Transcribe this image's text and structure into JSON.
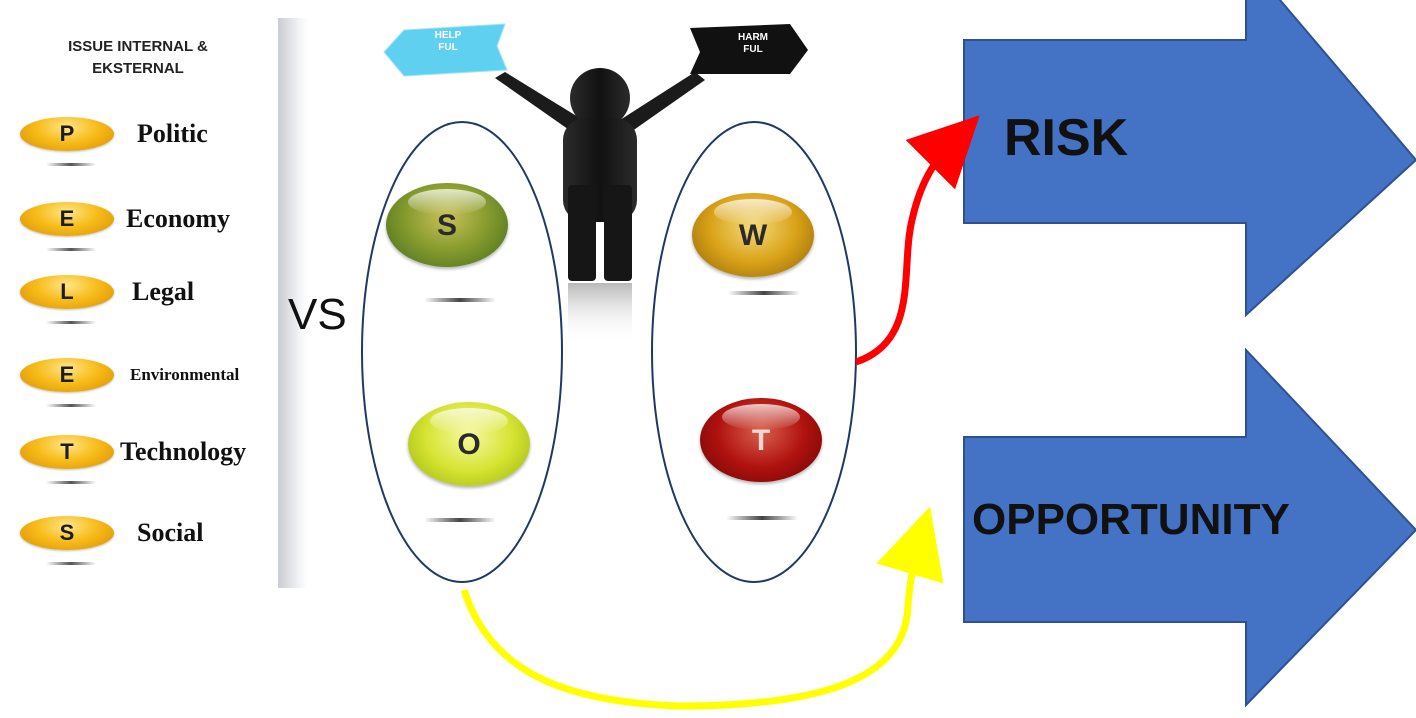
{
  "pestle": {
    "title": "ISSUE INTERNAL &\nEKSTERNAL",
    "items": [
      {
        "letter": "P",
        "label": "Politic"
      },
      {
        "letter": "E",
        "label": "Economy"
      },
      {
        "letter": "L",
        "label": "Legal"
      },
      {
        "letter": "E",
        "label": "Environmental"
      },
      {
        "letter": "T",
        "label": "Technology"
      },
      {
        "letter": "S",
        "label": "Social"
      }
    ]
  },
  "vs_label": "VS",
  "signs": {
    "helpful": "HELP\nFUL",
    "harmful": "HARM\nFUL"
  },
  "swot": {
    "strength": "S",
    "weakness": "W",
    "opportunity": "O",
    "threat": "T"
  },
  "outcomes": {
    "risk": "RISK",
    "opportunity": "OPPORTUNITY"
  },
  "colors": {
    "arrow_fill": "#4472c4",
    "arrow_stroke": "#2f528f",
    "risk_curve": "#ff0000",
    "opportunity_curve": "#ffff00",
    "ellipse_stroke": "#1f3864",
    "helpful_sign": "#5fd0ef",
    "harmful_sign": "#111111"
  }
}
